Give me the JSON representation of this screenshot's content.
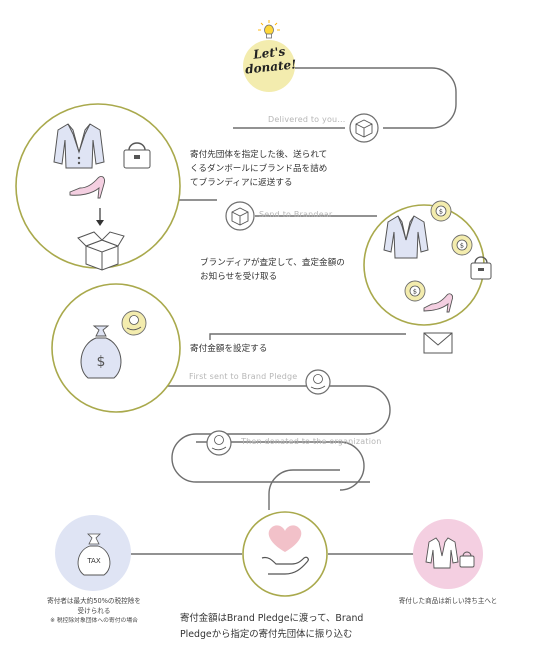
{
  "title": {
    "line1": "Let's",
    "line2": "donate!"
  },
  "steps": {
    "delivered": "Delivered to you...",
    "send_to_brandear": "Send to Brandear",
    "first_sent": "First sent to Brand Pledge",
    "then_donated": "Then donated to the organization"
  },
  "desc": {
    "step1_line1": "寄付先団体を指定した後、送られて",
    "step1_line2": "くるダンボールにブランド品を詰め",
    "step1_line3": "てブランディアに返送する",
    "step2_line1": "ブランディアが査定して、査定金額の",
    "step2_line2": "お知らせを受け取る",
    "step3": "寄付金額を設定する",
    "final_line1": "寄付金額はBrand Pledgeに渡って、Brand",
    "final_line2": "Pledgeから指定の寄付先団体に振り込む"
  },
  "tax": {
    "badge": "TAX",
    "line1": "寄付者は最大約50%の税控除を",
    "line2": "受けられる",
    "note": "※ 税控除対象団体への寄付の場合"
  },
  "reuse": {
    "text": "寄付した商品は新しい持ち主へと"
  },
  "coin_symbol": "$",
  "colors": {
    "line": "#6e6e6e",
    "circle_outline": "#a9a94c",
    "accent_yellow": "#f3ecae",
    "light_blue": "#dfe4f4",
    "pink": "#f4cfe1",
    "heart": "#f2c1c9",
    "bulb": "#ffd83a"
  }
}
